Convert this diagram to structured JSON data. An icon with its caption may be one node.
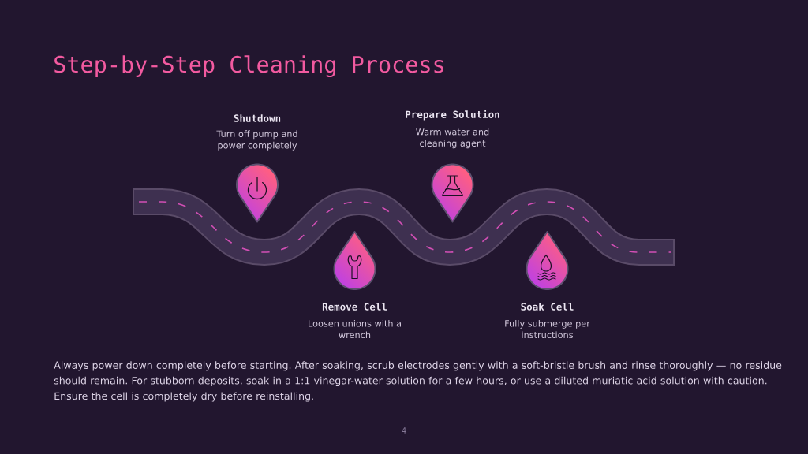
{
  "diagram": {
    "title": "Step-by-Step Cleaning Process",
    "nodes": [
      {
        "text": [
          "Shutdown",
          "Turn off pump and power completely"
        ]
      },
      {
        "text": [
          "Remove Cell",
          "Loosen unions with a wrench"
        ]
      },
      {
        "text": [
          "Prepare Solution",
          "Warm water and cleaning agent"
        ]
      },
      {
        "text": [
          "Soak Cell",
          "Fully submerge per instructions"
        ]
      }
    ],
    "labels": [
      "Always power down completely before starting. After soaking, scrub electrodes gently with a soft-bristle brush and rinse thoroughly — no residue should remain. For stubborn deposits, soak in a 1:1 vinegar-water solution for a few hours, or use a diluted muriatic acid solution with caution. Ensure the cell is completely dry before reinstalling.",
      "4"
    ]
  }
}
